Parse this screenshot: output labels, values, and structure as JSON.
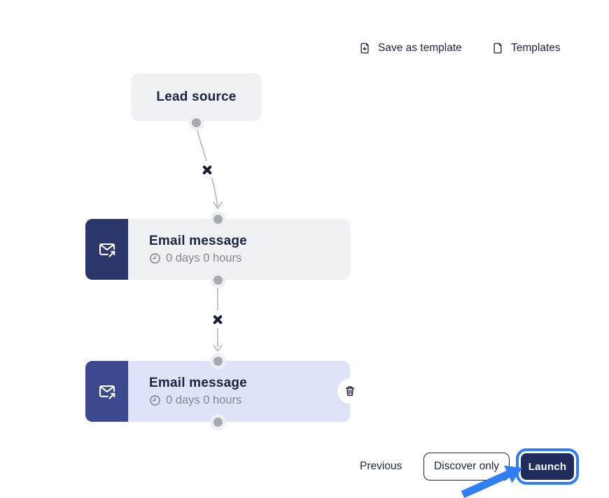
{
  "colors": {
    "accent_blue": "#2f7ef6",
    "launch_navy": "#212b5c",
    "icon_navy": "#2b366b",
    "icon_indigo": "#3d498f",
    "node_gray": "#f0f1f4",
    "node_selected": "#dfe3fa",
    "text_dark": "#1b2440",
    "text_muted": "#84878f",
    "line_gray": "#b9bcc2",
    "dot_gray": "#a6aab1",
    "dot_halo": "#edeff2",
    "border_dark": "#1f2738"
  },
  "toolbar": {
    "save_as_template_label": "Save as template",
    "templates_label": "Templates"
  },
  "flow": {
    "source_node": {
      "title": "Lead source"
    },
    "steps": [
      {
        "title": "Email message",
        "delay": "0 days 0 hours",
        "selected": false
      },
      {
        "title": "Email message",
        "delay": "0 days 0 hours",
        "selected": true
      }
    ]
  },
  "footer": {
    "previous_label": "Previous",
    "discover_only_label": "Discover only",
    "launch_label": "Launch"
  },
  "icons": {
    "save_as_template": "file-plus-icon",
    "templates": "file-icon",
    "email_step": "email-send-icon",
    "delay": "clock-icon",
    "delete_step": "trash-icon",
    "remove_connection": "cross-icon",
    "annotation": "blue-arrow-pointer"
  }
}
